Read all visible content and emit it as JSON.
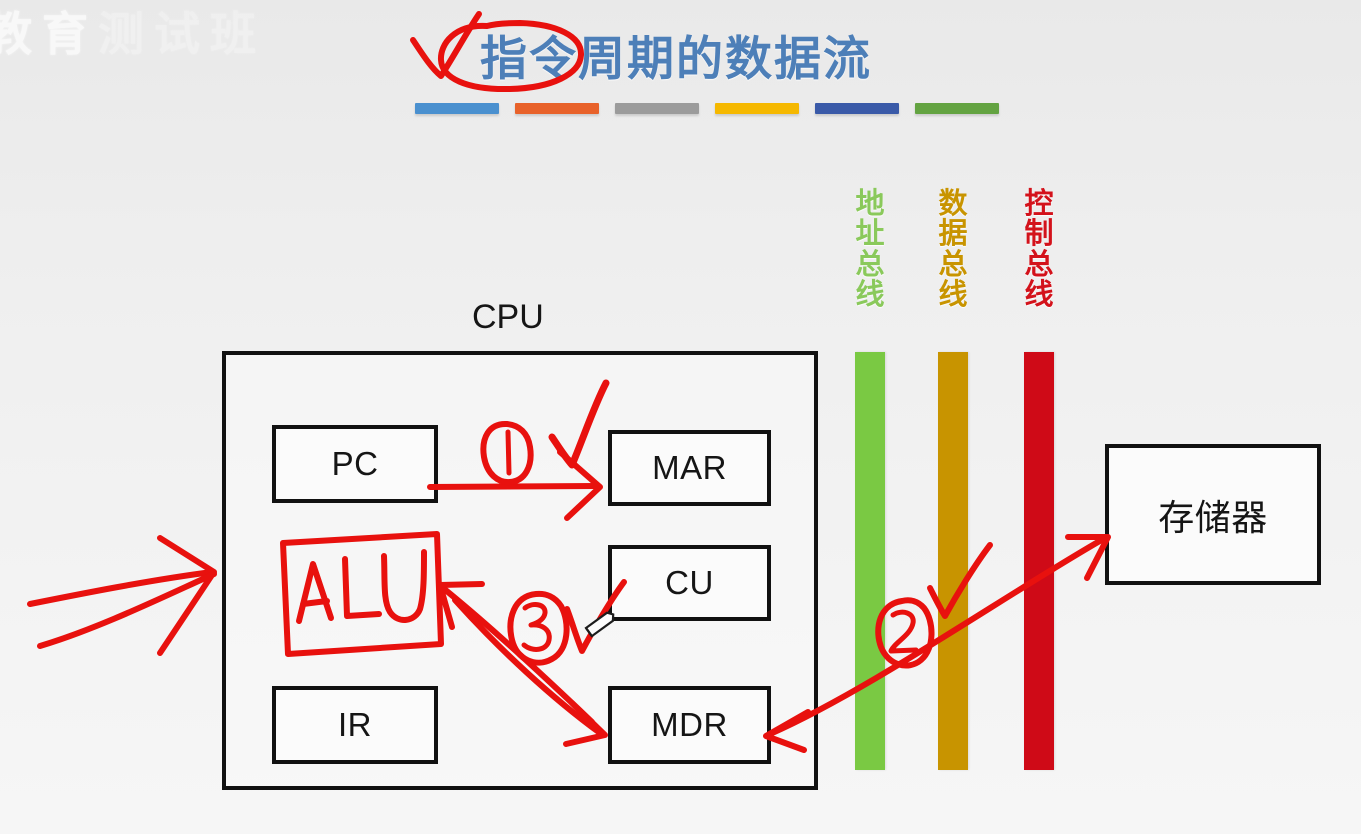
{
  "watermark": {
    "text_visible": "教育",
    "faint_text": "测试班"
  },
  "slide": {
    "title": "指令周期的数据流",
    "title_color": "#4d7fb8",
    "accent_bars": [
      {
        "name": "bar-blue",
        "color": "#4a90cf"
      },
      {
        "name": "bar-orange",
        "color": "#e8622a"
      },
      {
        "name": "bar-gray",
        "color": "#9b9b9b"
      },
      {
        "name": "bar-yellow",
        "color": "#f5b800"
      },
      {
        "name": "bar-navy",
        "color": "#3a5aa8"
      },
      {
        "name": "bar-green",
        "color": "#63a341"
      }
    ]
  },
  "diagram": {
    "cpu_label": "CPU",
    "registers": [
      {
        "id": "pc",
        "label": "PC"
      },
      {
        "id": "mar",
        "label": "MAR"
      },
      {
        "id": "cu",
        "label": "CU"
      },
      {
        "id": "ir",
        "label": "IR"
      },
      {
        "id": "mdr",
        "label": "MDR"
      }
    ],
    "memory": {
      "label": "存储器"
    },
    "buses": [
      {
        "id": "address",
        "label": "地址总线",
        "chars": [
          "地",
          "址",
          "总",
          "线"
        ],
        "color": "#7ac943"
      },
      {
        "id": "data",
        "label": "数据总线",
        "chars": [
          "数",
          "据",
          "总",
          "线"
        ],
        "color": "#c89400"
      },
      {
        "id": "control",
        "label": "控制总线",
        "chars": [
          "控",
          "制",
          "总",
          "线"
        ],
        "color": "#cf0a17"
      }
    ]
  },
  "annotations": {
    "ink_color": "#e8110e",
    "steps": [
      {
        "id": "step-1",
        "marker": "①",
        "near": "PC to MAR"
      },
      {
        "id": "step-2",
        "marker": "②",
        "near": "buses to memory"
      },
      {
        "id": "step-3",
        "marker": "③",
        "near": "MDR to ALU"
      }
    ],
    "handwritten_alu": "ALU",
    "checkmarks": 4,
    "circled_title_part": "指令"
  }
}
